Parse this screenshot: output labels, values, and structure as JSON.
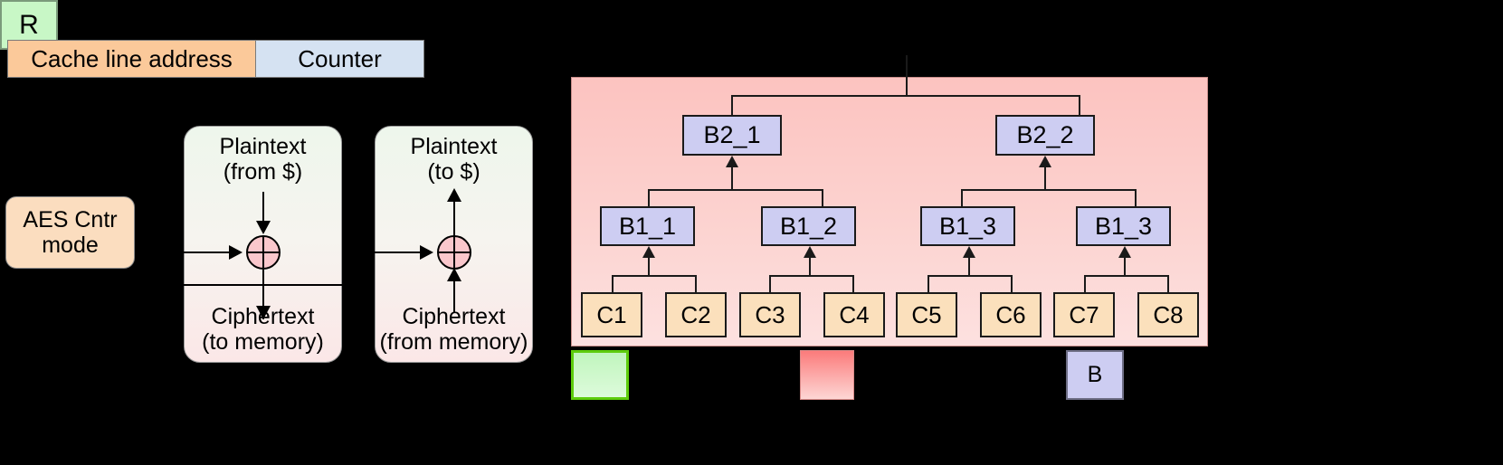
{
  "counter_bar": {
    "segments": [
      {
        "label": "Cache line address",
        "color": "#fbc99a"
      },
      {
        "label": "Counter",
        "color": "#d5e2f2"
      }
    ]
  },
  "aes": {
    "line1": "AES Cntr",
    "line2": "mode",
    "color": "#fbddbf"
  },
  "encrypt_panel": {
    "input_line1": "Plaintext",
    "input_line2": "(from $)",
    "output_line1": "Ciphertext",
    "output_line2": "(to memory)",
    "xor_symbol": "xor-circle"
  },
  "decrypt_panel": {
    "output_line1": "Plaintext",
    "output_line2": "(to $)",
    "input_line1": "Ciphertext",
    "input_line2": "(from memory)",
    "xor_symbol": "xor-circle"
  },
  "tree": {
    "root": {
      "label": "R",
      "color": "#c8f7c6"
    },
    "level2": [
      {
        "label": "B2_1"
      },
      {
        "label": "B2_2"
      }
    ],
    "level1": [
      {
        "label": "B1_1"
      },
      {
        "label": "B1_2"
      },
      {
        "label": "B1_3"
      },
      {
        "label": "B1_3"
      }
    ],
    "leaves": [
      {
        "label": "C1"
      },
      {
        "label": "C2"
      },
      {
        "label": "C3"
      },
      {
        "label": "C4"
      },
      {
        "label": "C5"
      },
      {
        "label": "C6"
      },
      {
        "label": "C7"
      },
      {
        "label": "C8"
      }
    ],
    "branch_color": "#cdcdf2",
    "leaf_color": "#fbe0bc",
    "background_color": "#fcc9c6"
  },
  "legend": {
    "items": [
      {
        "label": "",
        "name": "legend-root-swatch",
        "color": "#c0f5bd"
      },
      {
        "label": "",
        "name": "legend-tree-swatch",
        "color": "#fb7b7b"
      },
      {
        "label": "B",
        "name": "legend-branch-swatch",
        "color": "#cdcdf2"
      }
    ]
  }
}
